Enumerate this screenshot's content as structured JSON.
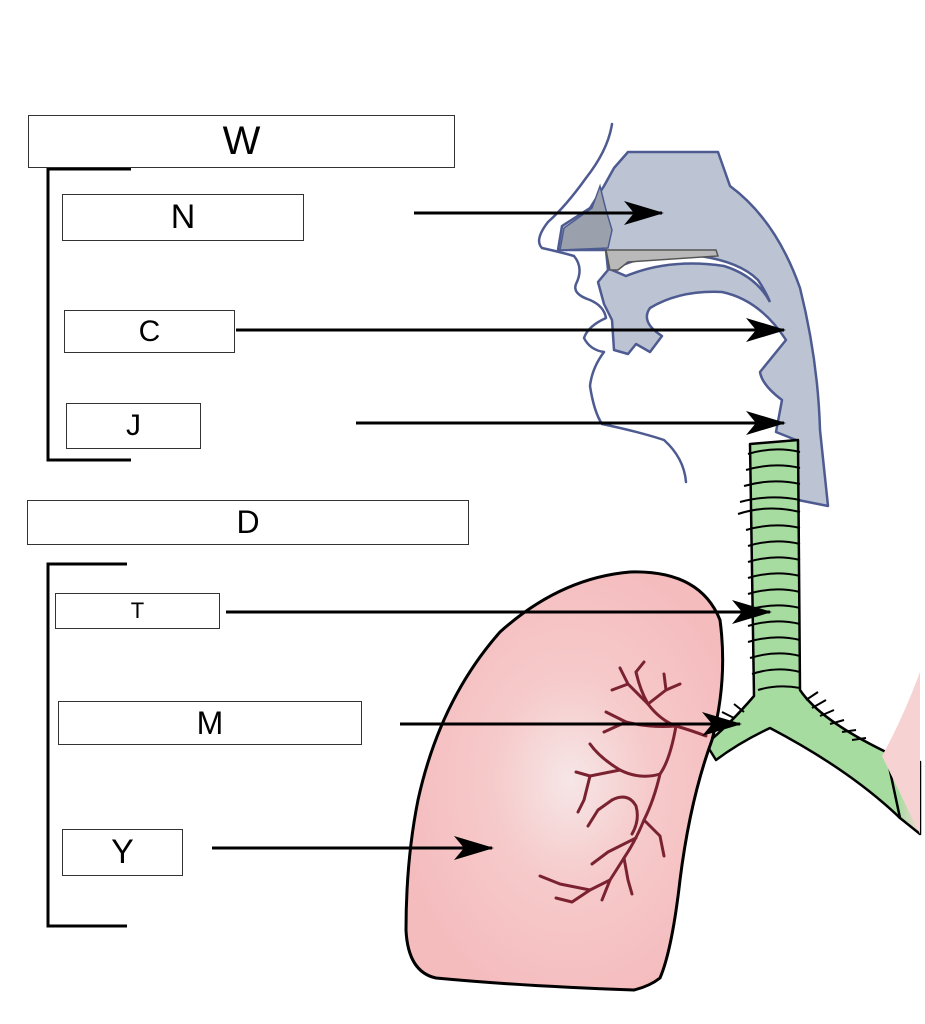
{
  "groups": {
    "upper": {
      "title": "W"
    },
    "lower": {
      "title": "D"
    }
  },
  "labels": {
    "n": "N",
    "c": "C",
    "j": "J",
    "t": "T",
    "m": "M",
    "y": "Y"
  },
  "colors": {
    "upper_tract_fill": "#bcc4d3",
    "upper_tract_stroke": "#4e5b91",
    "trachea_fill": "#a6dc9f",
    "lung_fill": "#f5bfc1",
    "lung_highlight": "#f6e3e4",
    "bronchiole_stroke": "#7b2230",
    "arrow": "#000000"
  }
}
